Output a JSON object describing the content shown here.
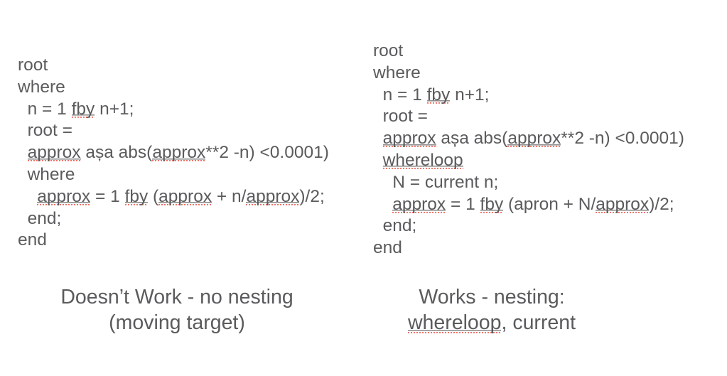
{
  "page": {
    "background_color": "#ffffff",
    "text_color": "#5b5b5d",
    "misspell_underline_gray": "#8e8e8e",
    "misspell_dot_red": "#ef6a5f"
  },
  "left_example": {
    "code_lines": [
      [
        {
          "t": "root"
        }
      ],
      [
        {
          "t": "where"
        }
      ],
      [
        {
          "t": "  n = 1 "
        },
        {
          "t": "fby",
          "m": true
        },
        {
          "t": " n+1;"
        }
      ],
      [
        {
          "t": "  root ="
        }
      ],
      [
        {
          "t": "  "
        },
        {
          "t": "approx",
          "m": true
        },
        {
          "t": " așa abs("
        },
        {
          "t": "approx",
          "m": true
        },
        {
          "t": "**2 -n) <0.0001)"
        }
      ],
      [
        {
          "t": "  where"
        }
      ],
      [
        {
          "t": "    "
        },
        {
          "t": "approx",
          "m": true
        },
        {
          "t": " = 1 "
        },
        {
          "t": "fby",
          "m": true
        },
        {
          "t": " ("
        },
        {
          "t": "approx",
          "m": true
        },
        {
          "t": " + n/"
        },
        {
          "t": "approx",
          "m": true
        },
        {
          "t": ")/2;"
        }
      ],
      [
        {
          "t": "  end;"
        }
      ],
      [
        {
          "t": "end"
        }
      ]
    ],
    "caption_lines": [
      [
        {
          "t": "Doesn’t Work - no nesting"
        }
      ],
      [
        {
          "t": "(moving target)"
        }
      ]
    ]
  },
  "right_example": {
    "code_lines": [
      [
        {
          "t": "root"
        }
      ],
      [
        {
          "t": "where"
        }
      ],
      [
        {
          "t": "  n = 1 "
        },
        {
          "t": "fby",
          "m": true
        },
        {
          "t": " n+1;"
        }
      ],
      [
        {
          "t": "  root ="
        }
      ],
      [
        {
          "t": "  "
        },
        {
          "t": "approx",
          "m": true
        },
        {
          "t": " așa abs("
        },
        {
          "t": "approx",
          "m": true
        },
        {
          "t": "**2 -n) <0.0001)"
        }
      ],
      [
        {
          "t": "  "
        },
        {
          "t": "whereloop",
          "m": true
        }
      ],
      [
        {
          "t": "    N = current n;"
        }
      ],
      [
        {
          "t": "    "
        },
        {
          "t": "approx",
          "m": true
        },
        {
          "t": " = 1 "
        },
        {
          "t": "fby",
          "m": true
        },
        {
          "t": " (apron + N/"
        },
        {
          "t": "approx",
          "m": true
        },
        {
          "t": ")/2;"
        }
      ],
      [
        {
          "t": "  end;"
        }
      ],
      [
        {
          "t": "end"
        }
      ]
    ],
    "caption_lines": [
      [
        {
          "t": "Works - nesting:"
        }
      ],
      [
        {
          "t": "whereloop",
          "m": true
        },
        {
          "t": ", current"
        }
      ]
    ]
  }
}
